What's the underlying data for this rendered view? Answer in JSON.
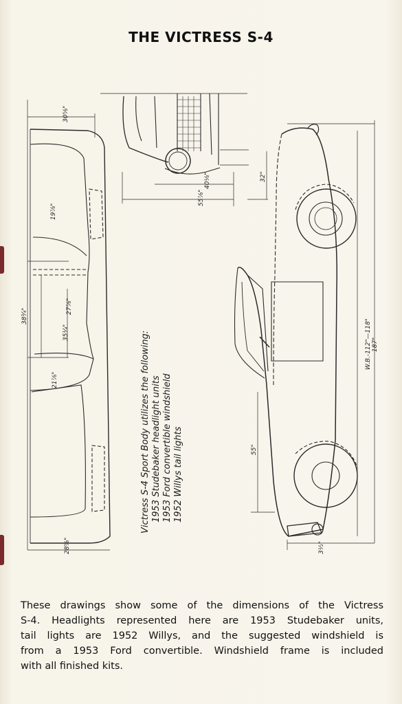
{
  "page": {
    "title": "THE VICTRESS S-4"
  },
  "dimensions": {
    "top_width": "30⅝\"",
    "mid_a": "19⅞\"",
    "mid_b": "38¾\"",
    "mid_c": "27⅞\"",
    "mid_d": "35¼\"",
    "mid_e": "21⅞\"",
    "bottom_width": "28⅝\"",
    "front_a": "55⅞\"",
    "front_b": "40⅛\"",
    "side_height": "32\"",
    "side_lower": "55\"",
    "side_wheelbase": "W.B.-112\"—118\"",
    "side_overall": "187\"",
    "ground": "3½\""
  },
  "note": {
    "line1": "Victress S-4 Sport Body utilizes the following:",
    "line2": "1953 Studebaker headlight units",
    "line3": "1953 Ford convertible windshield",
    "line4": "1952 Willys tail lights"
  },
  "caption": {
    "line1": "These drawings show some of the dimensions of the Victress",
    "line2": "S-4.  Headlights represented here are 1953 Studebaker units,",
    "line3": "tail lights are 1952 Willys, and the suggested windshield is",
    "line4": "from a 1953 Ford convertible.  Windshield frame is included",
    "line5": "with all finished kits."
  }
}
